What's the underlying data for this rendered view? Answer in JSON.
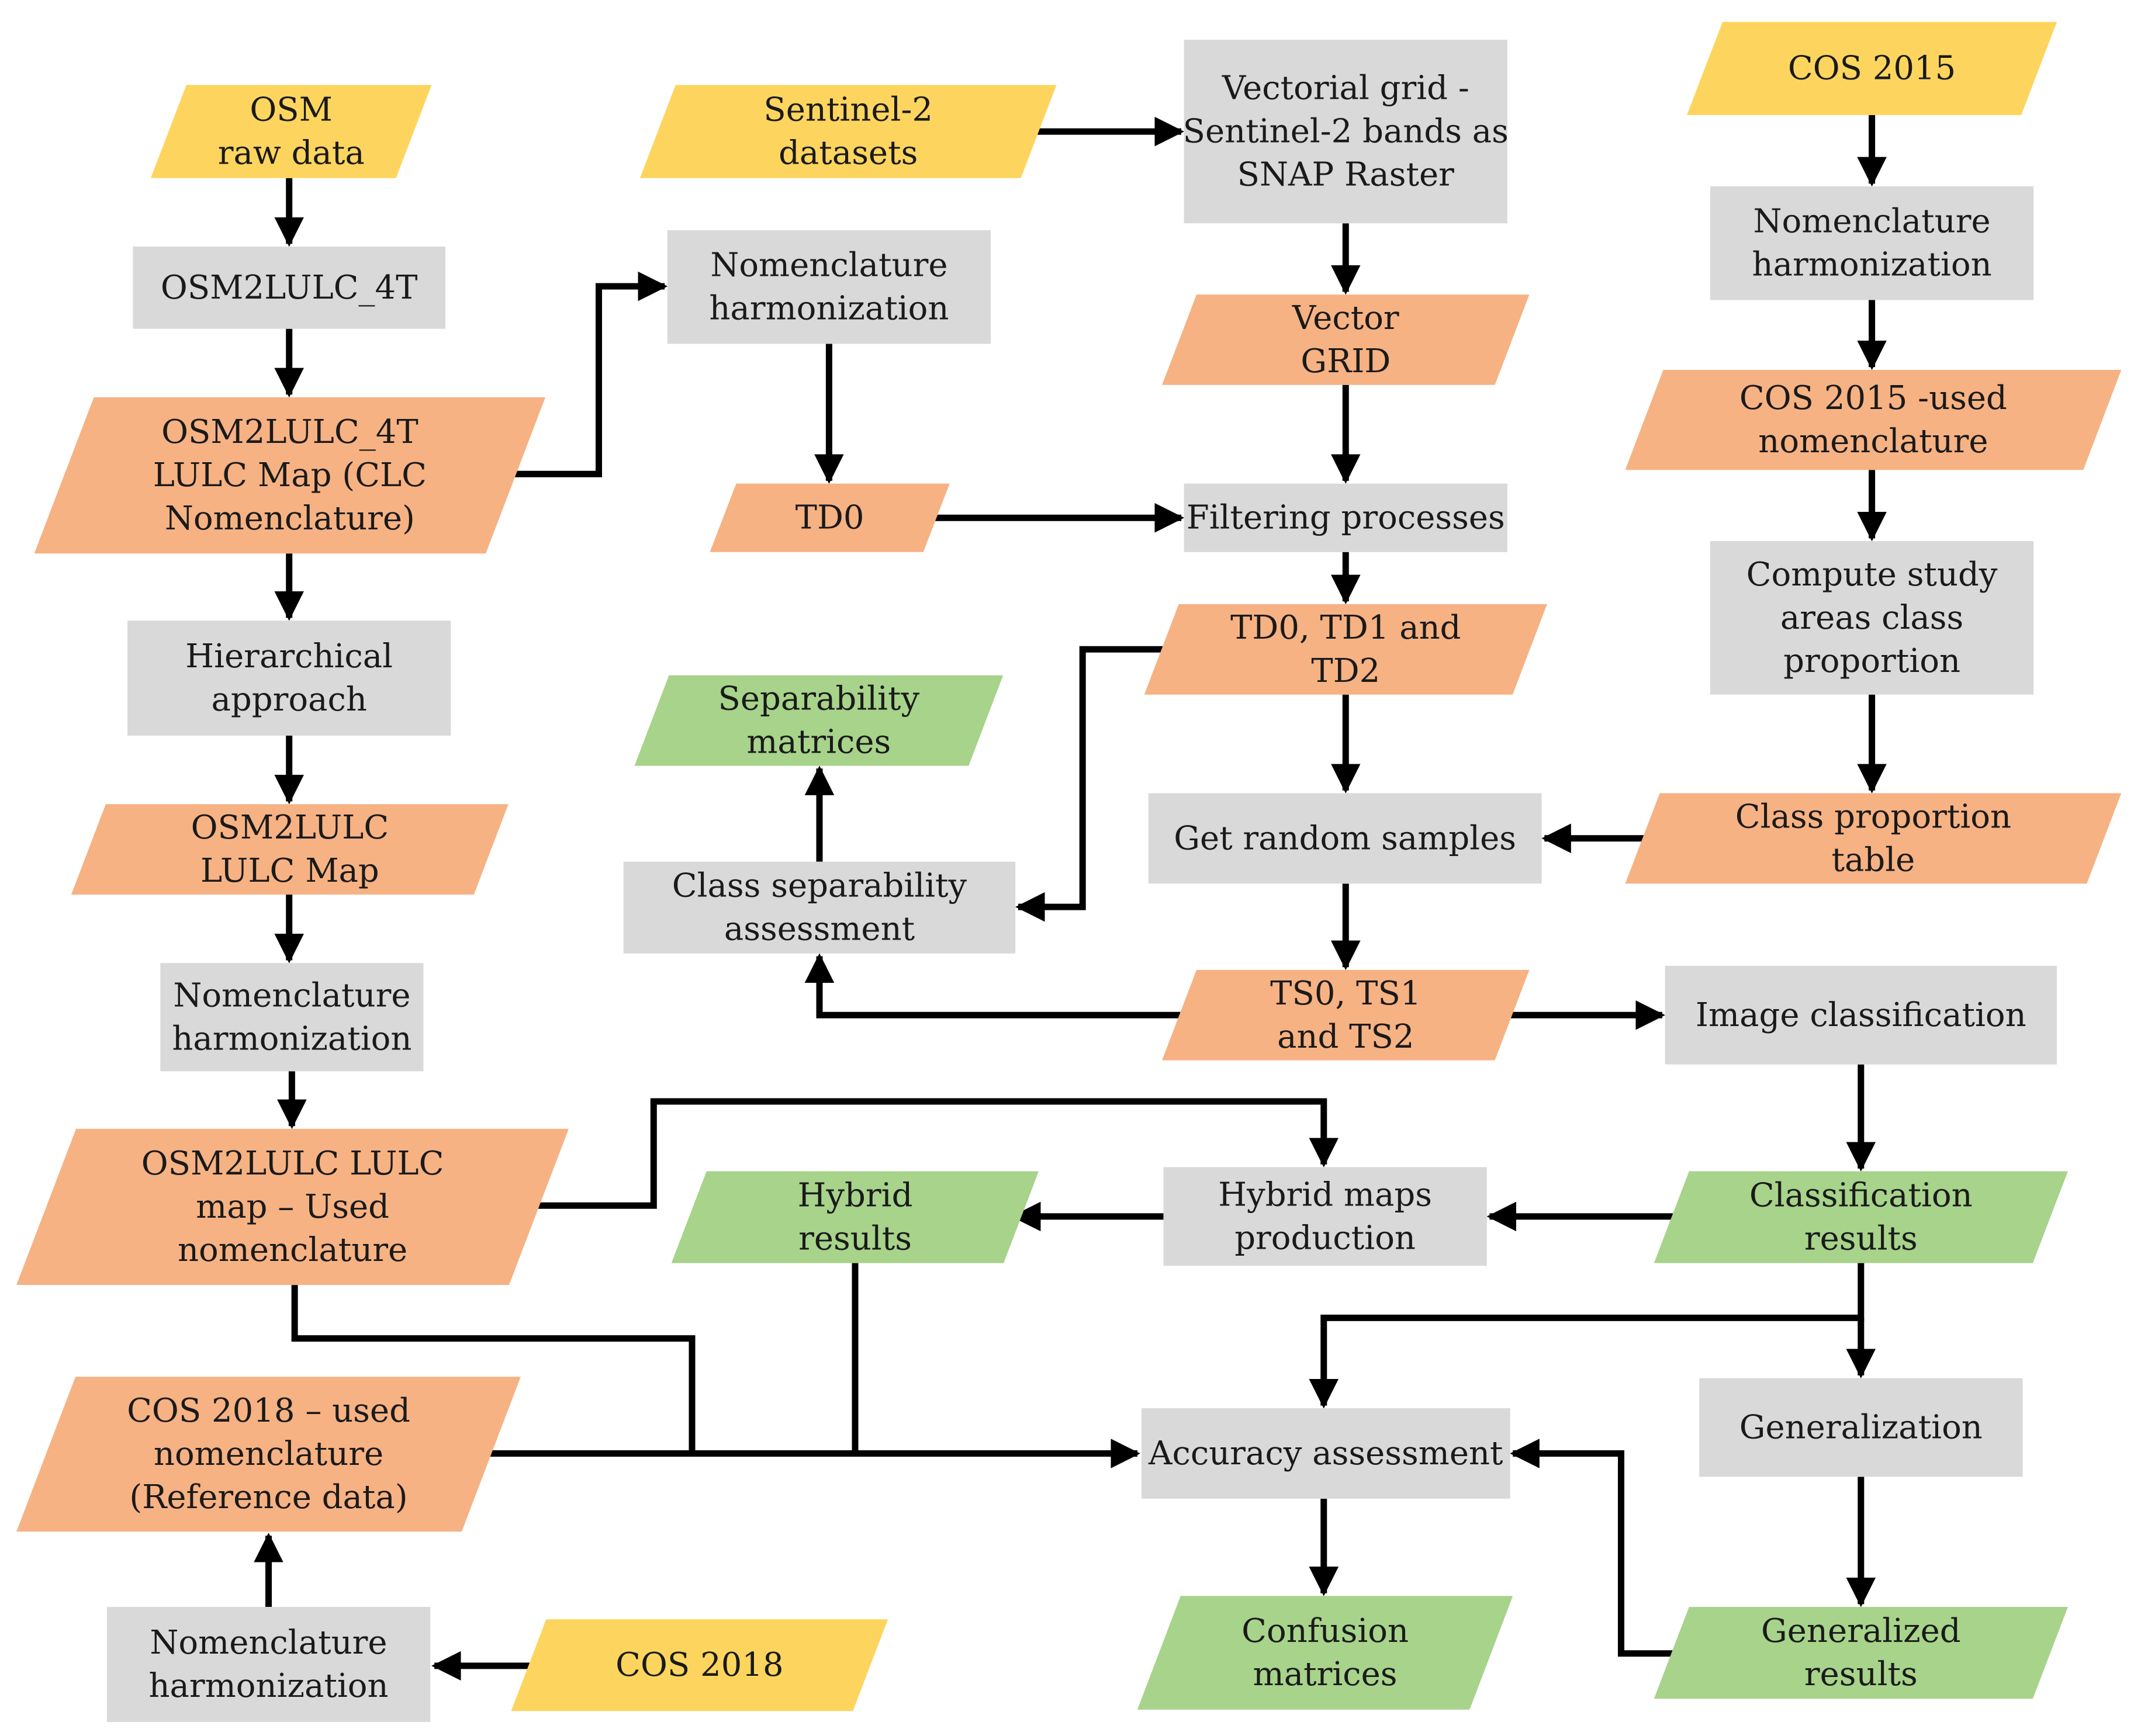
{
  "colors": {
    "input": "#fdd55e",
    "intermediate": "#f6b283",
    "output": "#a7d38a",
    "process": "#d9d9d9",
    "arrow": "#000000"
  },
  "nodes": [
    {
      "id": "osm-raw",
      "type": "input",
      "lines": [
        "OSM",
        "raw data"
      ]
    },
    {
      "id": "osm2lulc-4t",
      "type": "process",
      "lines": [
        "OSM2LULC_4T"
      ]
    },
    {
      "id": "osm2lulc-4t-map",
      "type": "intermediate",
      "lines": [
        "OSM2LULC_4T",
        "LULC Map (CLC",
        "Nomenclature)"
      ]
    },
    {
      "id": "hierarchical",
      "type": "process",
      "lines": [
        "Hierarchical",
        "approach"
      ]
    },
    {
      "id": "osm2lulc-map",
      "type": "intermediate",
      "lines": [
        "OSM2LULC",
        "LULC Map"
      ]
    },
    {
      "id": "nomen-harm-left",
      "type": "process",
      "lines": [
        "Nomenclature",
        "harmonization"
      ]
    },
    {
      "id": "osm2lulc-used",
      "type": "intermediate",
      "lines": [
        "OSM2LULC LULC",
        "map – Used",
        "nomenclature"
      ]
    },
    {
      "id": "cos2018-used",
      "type": "intermediate",
      "lines": [
        "COS 2018 – used",
        "nomenclature",
        "(Reference data)"
      ]
    },
    {
      "id": "nomen-harm-bottom",
      "type": "process",
      "lines": [
        "Nomenclature",
        "harmonization"
      ]
    },
    {
      "id": "cos2018",
      "type": "input",
      "lines": [
        "COS 2018"
      ]
    },
    {
      "id": "sentinel2",
      "type": "input",
      "lines": [
        "Sentinel-2",
        "datasets"
      ]
    },
    {
      "id": "nomen-harm-mid",
      "type": "process",
      "lines": [
        "Nomenclature",
        "harmonization"
      ]
    },
    {
      "id": "td0",
      "type": "intermediate",
      "lines": [
        "TD0"
      ]
    },
    {
      "id": "vector-grid-proc",
      "type": "process",
      "lines": [
        "Vectorial grid -",
        "Sentinel-2 bands as",
        "SNAP Raster"
      ]
    },
    {
      "id": "vector-grid",
      "type": "intermediate",
      "lines": [
        "Vector",
        "GRID"
      ]
    },
    {
      "id": "filtering",
      "type": "process",
      "lines": [
        "Filtering processes"
      ]
    },
    {
      "id": "td012",
      "type": "intermediate",
      "lines": [
        "TD0, TD1 and",
        "TD2"
      ]
    },
    {
      "id": "separability-matrices",
      "type": "output",
      "lines": [
        "Separability",
        "matrices"
      ]
    },
    {
      "id": "class-sep",
      "type": "process",
      "lines": [
        "Class separability",
        "assessment"
      ]
    },
    {
      "id": "random-samples",
      "type": "process",
      "lines": [
        "Get random samples"
      ]
    },
    {
      "id": "ts012",
      "type": "intermediate",
      "lines": [
        "TS0, TS1",
        "and TS2"
      ]
    },
    {
      "id": "image-classification",
      "type": "process",
      "lines": [
        "Image classification"
      ]
    },
    {
      "id": "cos2015",
      "type": "input",
      "lines": [
        "COS 2015"
      ]
    },
    {
      "id": "nomen-harm-right",
      "type": "process",
      "lines": [
        "Nomenclature",
        "harmonization"
      ]
    },
    {
      "id": "cos2015-used",
      "type": "intermediate",
      "lines": [
        "COS 2015 -used",
        "nomenclature"
      ]
    },
    {
      "id": "compute-proportion",
      "type": "process",
      "lines": [
        "Compute study",
        "areas class",
        "proportion"
      ]
    },
    {
      "id": "class-proportion-table",
      "type": "intermediate",
      "lines": [
        "Class proportion",
        "table"
      ]
    },
    {
      "id": "classification-results",
      "type": "output",
      "lines": [
        "Classification",
        "results"
      ]
    },
    {
      "id": "hybrid-maps",
      "type": "process",
      "lines": [
        "Hybrid maps",
        "production"
      ]
    },
    {
      "id": "hybrid-results",
      "type": "output",
      "lines": [
        "Hybrid",
        "results"
      ]
    },
    {
      "id": "generalization",
      "type": "process",
      "lines": [
        "Generalization"
      ]
    },
    {
      "id": "generalized-results",
      "type": "output",
      "lines": [
        "Generalized",
        "results"
      ]
    },
    {
      "id": "accuracy",
      "type": "process",
      "lines": [
        "Accuracy assessment"
      ]
    },
    {
      "id": "confusion-matrices",
      "type": "output",
      "lines": [
        "Confusion",
        "matrices"
      ]
    }
  ],
  "edges": [
    {
      "from": "osm-raw",
      "to": "osm2lulc-4t"
    },
    {
      "from": "osm2lulc-4t",
      "to": "osm2lulc-4t-map"
    },
    {
      "from": "osm2lulc-4t-map",
      "to": "hierarchical"
    },
    {
      "from": "osm2lulc-4t-map",
      "to": "nomen-harm-mid"
    },
    {
      "from": "hierarchical",
      "to": "osm2lulc-map"
    },
    {
      "from": "osm2lulc-map",
      "to": "nomen-harm-left"
    },
    {
      "from": "nomen-harm-left",
      "to": "osm2lulc-used"
    },
    {
      "from": "osm2lulc-used",
      "to": "hybrid-maps"
    },
    {
      "from": "osm2lulc-used",
      "to": "accuracy"
    },
    {
      "from": "cos2018-used",
      "to": "accuracy"
    },
    {
      "from": "hybrid-results",
      "to": "accuracy"
    },
    {
      "from": "cos2018",
      "to": "nomen-harm-bottom"
    },
    {
      "from": "nomen-harm-bottom",
      "to": "cos2018-used"
    },
    {
      "from": "sentinel2",
      "to": "vector-grid-proc"
    },
    {
      "from": "nomen-harm-mid",
      "to": "td0"
    },
    {
      "from": "td0",
      "to": "filtering"
    },
    {
      "from": "vector-grid-proc",
      "to": "vector-grid"
    },
    {
      "from": "vector-grid",
      "to": "filtering"
    },
    {
      "from": "filtering",
      "to": "td012"
    },
    {
      "from": "td012",
      "to": "random-samples"
    },
    {
      "from": "td012",
      "to": "class-sep"
    },
    {
      "from": "class-sep",
      "to": "separability-matrices"
    },
    {
      "from": "random-samples",
      "to": "ts012"
    },
    {
      "from": "ts012",
      "to": "class-sep"
    },
    {
      "from": "ts012",
      "to": "image-classification"
    },
    {
      "from": "cos2015",
      "to": "nomen-harm-right"
    },
    {
      "from": "nomen-harm-right",
      "to": "cos2015-used"
    },
    {
      "from": "cos2015-used",
      "to": "compute-proportion"
    },
    {
      "from": "compute-proportion",
      "to": "class-proportion-table"
    },
    {
      "from": "class-proportion-table",
      "to": "random-samples"
    },
    {
      "from": "image-classification",
      "to": "classification-results"
    },
    {
      "from": "classification-results",
      "to": "hybrid-maps"
    },
    {
      "from": "hybrid-maps",
      "to": "hybrid-results"
    },
    {
      "from": "classification-results",
      "to": "accuracy"
    },
    {
      "from": "classification-results",
      "to": "generalization"
    },
    {
      "from": "generalization",
      "to": "generalized-results"
    },
    {
      "from": "generalized-results",
      "to": "accuracy"
    },
    {
      "from": "accuracy",
      "to": "confusion-matrices"
    }
  ]
}
